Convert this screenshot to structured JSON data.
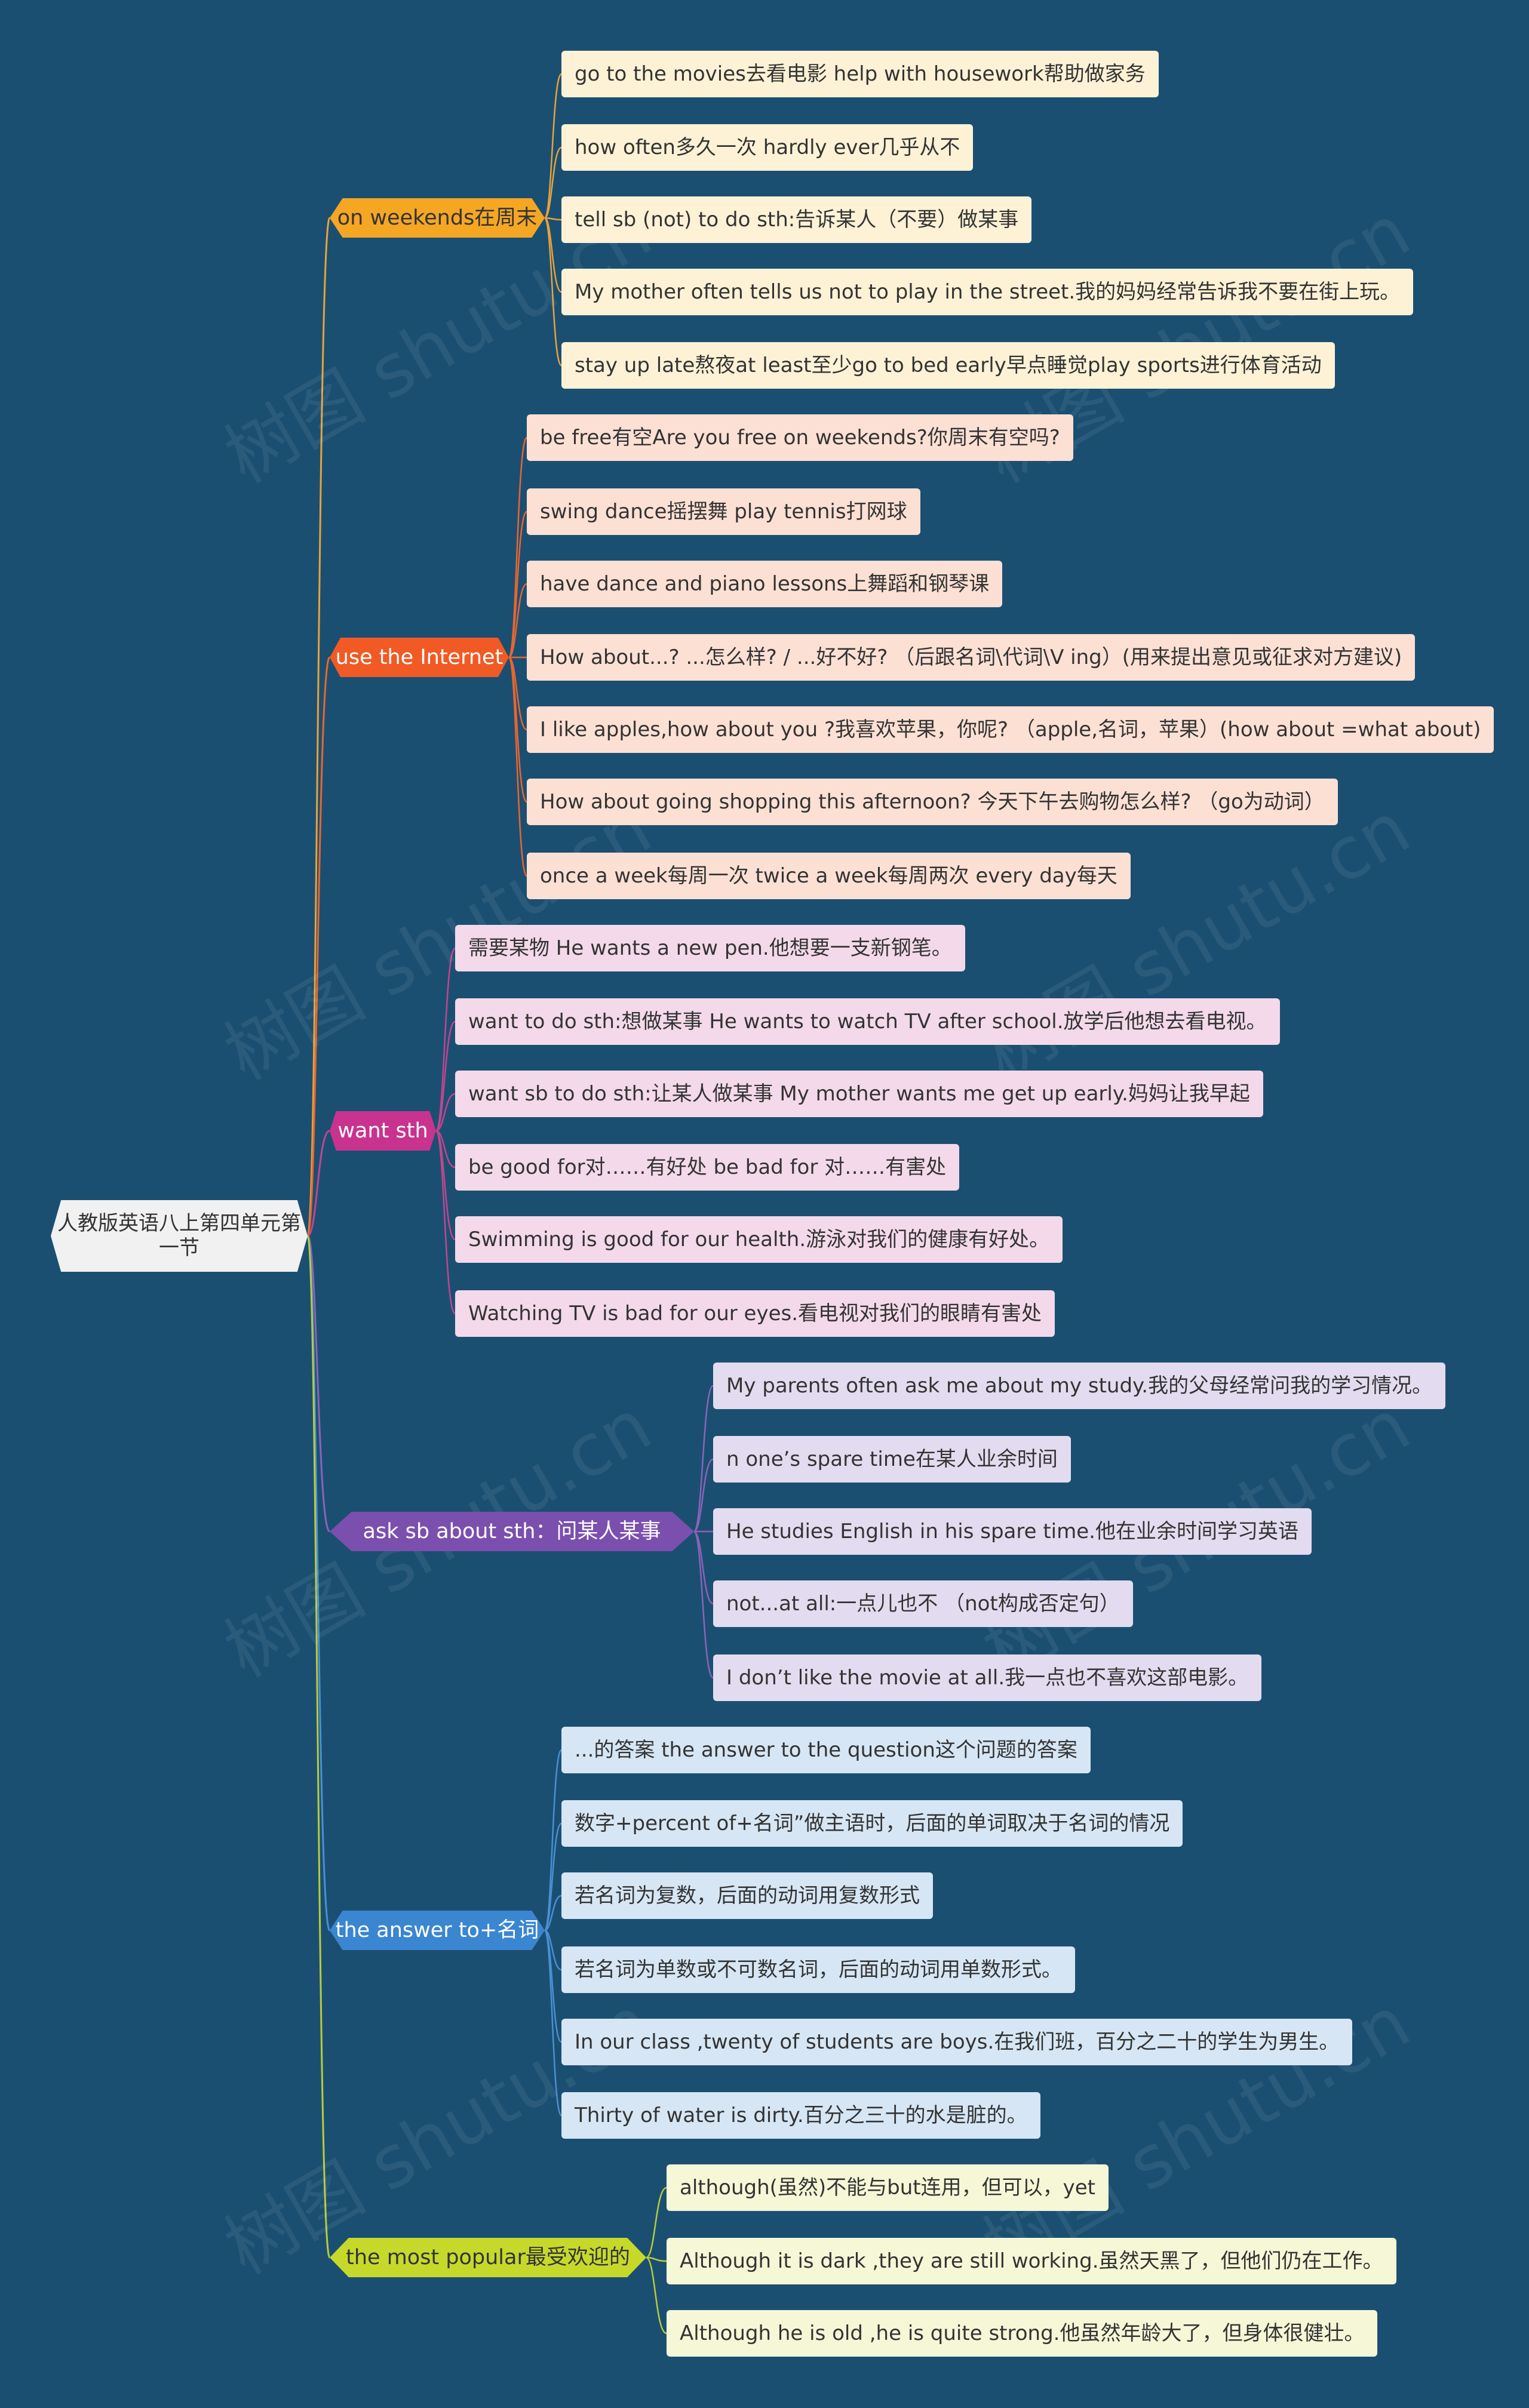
{
  "root": {
    "label": "人教版英语八上第四单元第一节"
  },
  "watermark": "树图 shutu.cn",
  "branches": [
    {
      "label": "on weekends在周末",
      "color": "#f5a623",
      "text_color": "#333333",
      "leaf_color": "#fdf2d6",
      "line_color": "#e8a33b",
      "children": [
        "go to the movies去看电影 help with housework帮助做家务",
        "how often多久一次  hardly ever几乎从不",
        "tell sb (not) to do sth:告诉某人（不要）做某事",
        "My mother often tells us not to play in the street.我的妈妈经常告诉我不要在街上玩。",
        "stay up late熬夜at least至少go to bed early早点睡觉play sports进行体育活动"
      ]
    },
    {
      "label": "use the Internet",
      "color": "#f15a24",
      "text_color": "#ffffff",
      "leaf_color": "#fde0d4",
      "line_color": "#e8662f",
      "children": [
        "be free有空Are you free on weekends?你周末有空吗?",
        "swing dance摇摆舞  play tennis打网球",
        "have dance and piano lessons上舞蹈和钢琴课",
        "How about...? ...怎么样? / ...好不好? （后跟名词\\代词\\V ing）(用来提出意见或征求对方建议)",
        "I like apples,how about you ?我喜欢苹果，你呢? （apple,名词，苹果）(how about =what about)",
        "How about going shopping this afternoon? 今天下午去购物怎么样? （go为动词）",
        "once a week每周一次 twice a week每周两次 every day每天"
      ]
    },
    {
      "label": "want sth",
      "color": "#c8338f",
      "text_color": "#ffffff",
      "leaf_color": "#f4d9ea",
      "line_color": "#c0468f",
      "children": [
        "需要某物 He wants a new pen.他想要一支新钢笔。",
        "want to do sth:想做某事 He wants to watch TV after school.放学后他想去看电视。",
        "want sb to do sth:让某人做某事 My mother wants me get up early.妈妈让我早起",
        "be good for对……有好处 be bad for 对……有害处",
        "Swimming is good for our health.游泳对我们的健康有好处。",
        "Watching TV is bad for our eyes.看电视对我们的眼睛有害处"
      ]
    },
    {
      "label": "ask sb about sth：问某人某事",
      "color": "#7b4fae",
      "text_color": "#ffffff",
      "leaf_color": "#e3dcf0",
      "line_color": "#8b63b8",
      "children": [
        "My parents often ask me about my study.我的父母经常问我的学习情况。",
        "n one’s spare time在某人业余时间",
        "He studies English in his spare time.他在业余时间学习英语",
        "not...at all:一点儿也不 （not构成否定句）",
        "I don’t like the movie at all.我一点也不喜欢这部电影。"
      ]
    },
    {
      "label": "the answer to+名词",
      "color": "#3a86d1",
      "text_color": "#ffffff",
      "leaf_color": "#d6e6f5",
      "line_color": "#4a8fd4",
      "children": [
        "...的答案 the answer to the question这个问题的答案",
        "数字+percent of+名词”做主语时，后面的单词取决于名词的情况",
        "若名词为复数，后面的动词用复数形式",
        "若名词为单数或不可数名词，后面的动词用单数形式。",
        "In our class ,twenty of students are boys.在我们班，百分之二十的学生为男生。",
        "Thirty of water is dirty.百分之三十的水是脏的。"
      ]
    },
    {
      "label": "the most popular最受欢迎的",
      "color": "#c6d92b",
      "text_color": "#333333",
      "leaf_color": "#f5f7d6",
      "line_color": "#b9cc3a",
      "children": [
        "although(虽然)不能与but连用，但可以，yet",
        "Although it is dark ,they are still working.虽然天黑了，但他们仍在工作。",
        "Although he is old ,he is quite strong.他虽然年龄大了，但身体很健壮。"
      ]
    }
  ]
}
